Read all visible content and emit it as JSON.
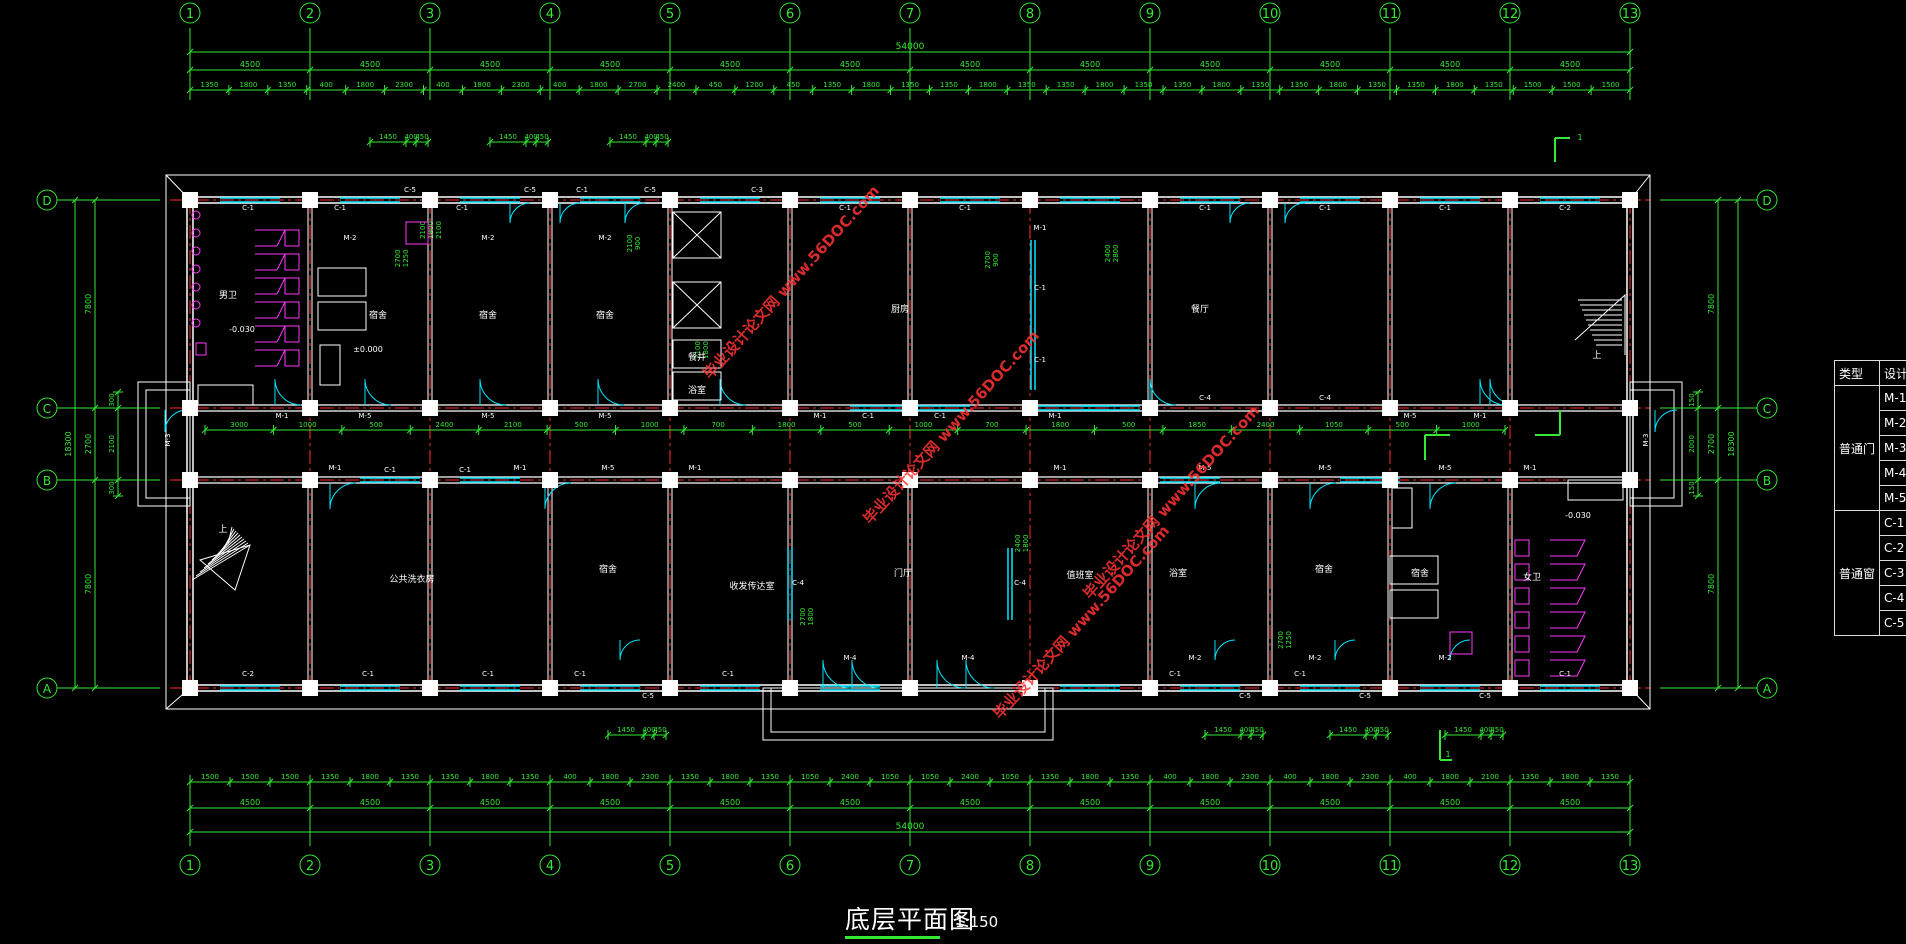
{
  "drawing": {
    "title": "底层平面图",
    "scale": "1:150",
    "watermark": "毕业设计论文网 www.56DOC.com"
  },
  "grid": {
    "columns": [
      "1",
      "2",
      "3",
      "4",
      "5",
      "6",
      "7",
      "8",
      "9",
      "10",
      "11",
      "12",
      "13"
    ],
    "rows": [
      "D",
      "C",
      "B",
      "A"
    ]
  },
  "dimensions": {
    "top_total": "54000",
    "top_bays": [
      "4500",
      "4500",
      "4500",
      "4500",
      "4500",
      "4500",
      "4500",
      "4500",
      "4500",
      "4500",
      "4500",
      "4500"
    ],
    "top_detail": [
      "1350",
      "1800",
      "1350",
      "400",
      "1800",
      "2300",
      "400",
      "1800",
      "2300",
      "400",
      "1800",
      "2700",
      "2400",
      "450",
      "1200",
      "450",
      "1350",
      "1800",
      "1350",
      "1350",
      "1800",
      "1350",
      "1350",
      "1800",
      "1350",
      "1350",
      "1800",
      "1350",
      "1350",
      "1800",
      "1350",
      "1350",
      "1800",
      "1350",
      "1500",
      "1500",
      "1500"
    ],
    "top_window": [
      "1450",
      "400",
      "450",
      "1450",
      "400",
      "450",
      "1450",
      "400",
      "450"
    ],
    "bottom_total": "54000",
    "bottom_bays": [
      "4500",
      "4500",
      "4500",
      "4500",
      "4500",
      "4500",
      "4500",
      "4500",
      "4500",
      "4500",
      "4500",
      "4500"
    ],
    "bottom_detail": [
      "1500",
      "1500",
      "1500",
      "1350",
      "1800",
      "1350",
      "1350",
      "1800",
      "1350",
      "400",
      "1800",
      "2300",
      "1350",
      "1800",
      "1350",
      "1050",
      "2400",
      "1050",
      "1050",
      "2400",
      "1050",
      "1350",
      "1800",
      "1350",
      "400",
      "1800",
      "2300",
      "400",
      "1800",
      "2300",
      "400",
      "1800",
      "2100",
      "1350",
      "1800",
      "1350"
    ],
    "bottom_window": [
      "1450",
      "400",
      "450",
      "1450",
      "400",
      "450",
      "1450",
      "400",
      "450",
      "1450",
      "400",
      "450"
    ],
    "left_total": "18300",
    "left": [
      "7800",
      "2700",
      "7800"
    ],
    "left_small": [
      "300",
      "2100",
      "300"
    ],
    "right_total": "18300",
    "right": [
      "7800",
      "2700",
      "7800"
    ],
    "right_small": [
      "150",
      "2000",
      "150"
    ],
    "corridor": [
      "3000",
      "1000",
      "500",
      "2400",
      "2100",
      "500",
      "1000",
      "700",
      "1800",
      "500",
      "1000",
      "700",
      "1800",
      "500",
      "1850",
      "2400",
      "1050",
      "500",
      "1000"
    ],
    "inner": [
      "2100",
      "2100",
      "2100",
      "2700",
      "2400",
      "2700",
      "2700",
      "2400",
      "2700",
      "1800",
      "900",
      "1800",
      "900",
      "1800",
      "1800",
      "1250",
      "2800",
      "1250",
      "2100"
    ]
  },
  "rooms": {
    "men_toilet": "男卫",
    "dorm": "宿舍",
    "kitchen": "厨房",
    "canteen": "餐厅",
    "food_well": "餐井",
    "bathroom": "浴室",
    "laundry": "公共洗衣房",
    "reception": "收发传达室",
    "lobby": "门厅",
    "duty": "值班室",
    "women_toilet": "女卫",
    "up": "上",
    "level": "±0.000",
    "level_low": "-0.030"
  },
  "tags": {
    "windows": [
      "C-1",
      "C-2",
      "C-3",
      "C-4",
      "C-5"
    ],
    "doors": [
      "M-1",
      "M-2",
      "M-3",
      "M-4",
      "M-5"
    ],
    "section": "1"
  },
  "legend": {
    "header": [
      "类型",
      "设计"
    ],
    "groups": [
      {
        "name": "普通门",
        "items": [
          "M-1",
          "M-2",
          "M-3",
          "M-4",
          "M-5"
        ]
      },
      {
        "name": "普通窗",
        "items": [
          "C-1",
          "C-2",
          "C-3",
          "C-4",
          "C-5"
        ]
      }
    ]
  },
  "colors": {
    "background": "#000000",
    "dimension": "#34e834",
    "wall": "#ffffff",
    "axis": "#ff2a2a",
    "window": "#00e5ff",
    "fixture": "#ff39ff",
    "watermark": "#ff3333"
  }
}
